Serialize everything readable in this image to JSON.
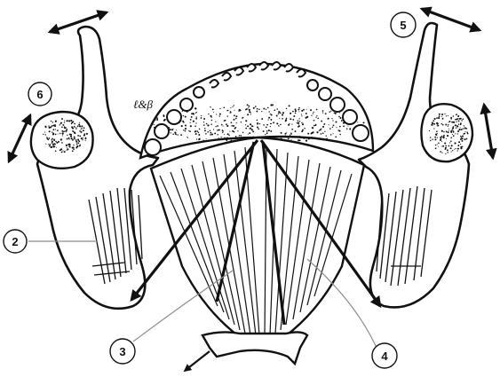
{
  "diagram": {
    "signature": "ℓ&β",
    "callouts": [
      {
        "id": "c2",
        "label": "2"
      },
      {
        "id": "c3",
        "label": "3"
      },
      {
        "id": "c4",
        "label": "4"
      },
      {
        "id": "c5",
        "label": "5"
      },
      {
        "id": "c6",
        "label": "6"
      }
    ],
    "colors": {
      "ink": "#111111",
      "leader": "#9a9a9a",
      "paper": "#ffffff"
    }
  }
}
